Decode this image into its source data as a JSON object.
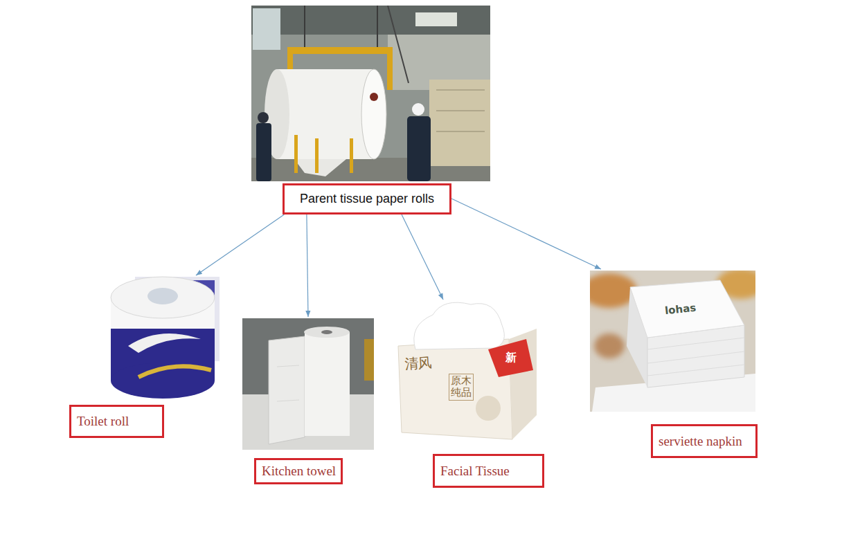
{
  "diagram": {
    "nodes": [
      {
        "text": [
          "Parent tissue paper rolls"
        ]
      },
      {
        "text": [
          "Toilet roll"
        ]
      },
      {
        "text": [
          "Kitchen towel"
        ]
      },
      {
        "text": [
          "Facial Tissue"
        ]
      },
      {
        "text": [
          "serviette napkin"
        ]
      }
    ],
    "edges": [
      {
        "from": 0,
        "to": 1,
        "arrow": "to"
      },
      {
        "from": 0,
        "to": 2,
        "arrow": "to"
      },
      {
        "from": 0,
        "to": 3,
        "arrow": "to"
      },
      {
        "from": 0,
        "to": 4,
        "arrow": "to"
      }
    ],
    "labels": [
      "清风",
      "原木纯品",
      "新",
      "lohas"
    ]
  }
}
